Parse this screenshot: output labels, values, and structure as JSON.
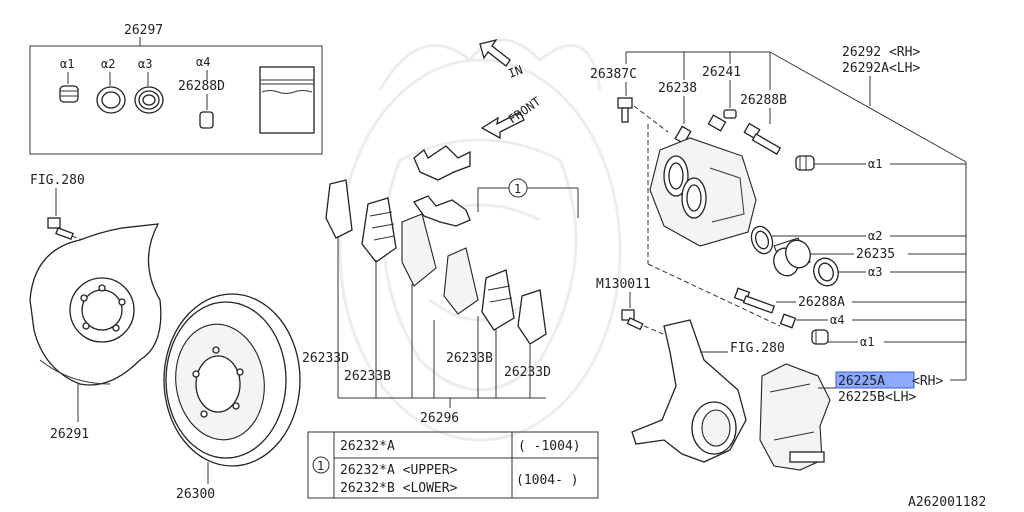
{
  "figure_code": "A262001182",
  "directions": {
    "in": "IN",
    "front": "FRONT"
  },
  "kit": {
    "label": "26297",
    "a1": "α1",
    "a2": "α2",
    "a3": "α3",
    "a4": "α4",
    "part": "26288D"
  },
  "fig_refs": {
    "shield": "FIG.280",
    "knuckle": "FIG.280"
  },
  "parts": {
    "p26291": "26291",
    "p26300": "26300",
    "p26296": "26296",
    "p26233D_left": "26233D",
    "p26233B_left": "26233B",
    "p26233B_right": "26233B",
    "p26233D_right": "26233D",
    "p26387C": "26387C",
    "p26238": "26238",
    "p26241": "26241",
    "p26288B": "26288B",
    "p26292_rh": "26292 <RH>",
    "p26292A_lh": "26292A<LH>",
    "a1_top": "α1",
    "a2": "α2",
    "p26235": "26235",
    "a3": "α3",
    "p26288A": "26288A",
    "a4": "α4",
    "a1_bottom": "α1",
    "m130011": "M130011",
    "p26225A": "26225A",
    "p26225A_rh": "<RH>",
    "p26225B_lh": "26225B<LH>"
  },
  "callout": {
    "circle": "1"
  },
  "table": {
    "circle": "1",
    "rows": [
      {
        "part": "26232*A",
        "range": "( -1004)"
      },
      {
        "part": "26232*A <UPPER>\n26232*B <LOWER>",
        "part_line1": "26232*A <UPPER>",
        "part_line2": "26232*B <LOWER>",
        "range": "(1004- )"
      }
    ]
  }
}
